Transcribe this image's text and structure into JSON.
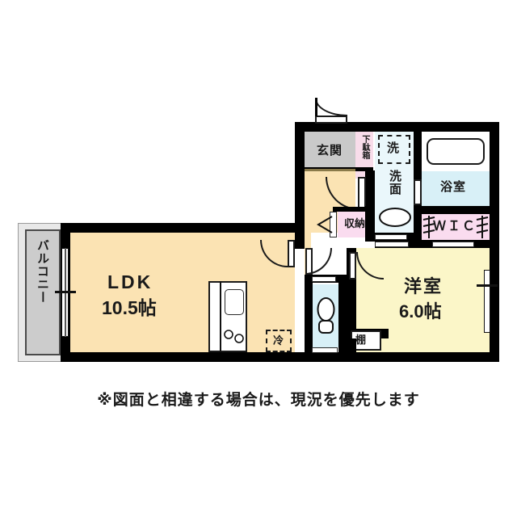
{
  "document": {
    "type": "floor-plan",
    "layout_name": "1LDK",
    "disclaimer": "※図面と相違する場合は、現況を優先します"
  },
  "rooms": [
    {
      "id": "ldk",
      "label": "LDK",
      "size": "10.5帖",
      "color": "#fbe3b3"
    },
    {
      "id": "washitsu",
      "label": "洋室",
      "size": "6.0帖",
      "color": "#fbf6c8"
    },
    {
      "id": "balcony",
      "label": "バルコニー",
      "size": "",
      "color": "#cccccc"
    },
    {
      "id": "genkan",
      "label": "玄関",
      "size": "",
      "color": "#c9c9c9"
    },
    {
      "id": "yokushitsu",
      "label": "浴室",
      "size": "",
      "color": "#d8f0f7"
    },
    {
      "id": "senmen",
      "label": "洗面",
      "size": "",
      "color": "#eaf7fb"
    },
    {
      "id": "wic",
      "label": "ＷＩＣ",
      "size": "",
      "color": "#fadcef"
    },
    {
      "id": "shuno",
      "label": "収納",
      "size": "",
      "color": "#f8dcea"
    },
    {
      "id": "getabako",
      "label": "下駄箱",
      "size": "",
      "color": "#f8dcea"
    }
  ],
  "fixtures": [
    {
      "id": "washer",
      "label": "洗",
      "style": "dashed-box"
    },
    {
      "id": "fridge",
      "label": "冷",
      "style": "dashed-box"
    },
    {
      "id": "shelf",
      "label": "棚",
      "style": "solid-box"
    }
  ],
  "labels": {
    "ldk_title": "LDK",
    "ldk_size": "10.5帖",
    "room_title": "洋室",
    "room_size": "6.0帖",
    "balcony": "バルコニー",
    "genkan": "玄関",
    "getabako": "下駄箱",
    "washer": "洗",
    "senmen": "洗面",
    "bath": "浴室",
    "wic": "ＷＩＣ",
    "storage": "収納",
    "fridge": "冷",
    "shelf": "棚"
  },
  "colors": {
    "wall": "#000000",
    "ldk_fill": "#fbe3b3",
    "room_fill": "#fbf6c8",
    "closet_fill": "#fadcef",
    "water_fill": "#d8f0f7",
    "genkan_fill": "#c9c9c9",
    "balcony_fill": "#cccccc",
    "text": "#1a1a1a",
    "page_bg": "#ffffff"
  }
}
